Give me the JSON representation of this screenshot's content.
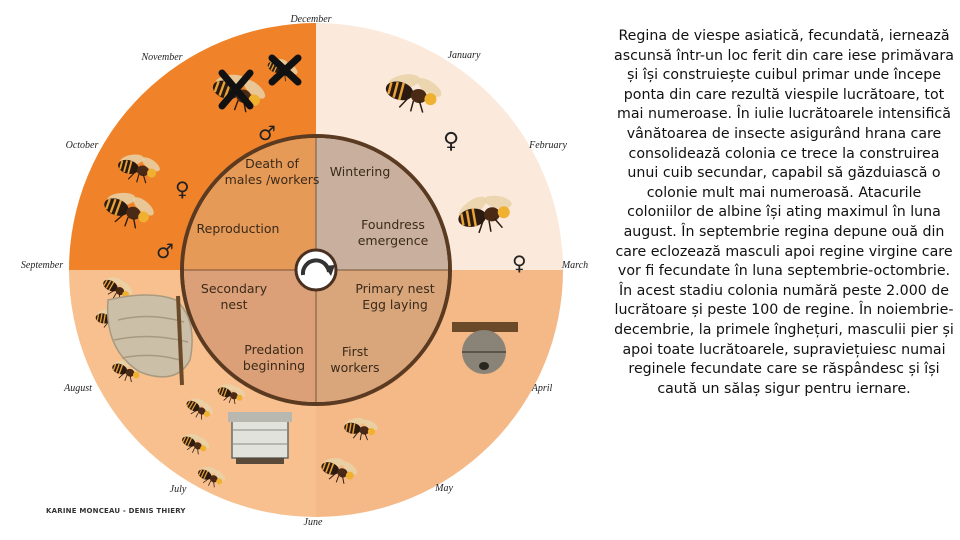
{
  "diagram": {
    "months": [
      "December",
      "January",
      "February",
      "March",
      "April",
      "May",
      "June",
      "July",
      "August",
      "September",
      "October",
      "November"
    ],
    "phases": {
      "death": [
        "Death of",
        "males /workers"
      ],
      "wintering": [
        "Wintering"
      ],
      "reproduction": [
        "Reproduction"
      ],
      "foundress": [
        "Foundress",
        "emergence"
      ],
      "secondary": [
        "Secondary",
        "nest"
      ],
      "primary": [
        "Primary nest",
        "Egg laying"
      ],
      "predation": [
        "Predation",
        "beginning"
      ],
      "workers": [
        "First",
        "workers"
      ]
    },
    "symbols": {
      "female": "♀",
      "male": "♂"
    },
    "colors": {
      "orange": "#f0832a",
      "light_orange": "#fad6b4",
      "peach": "#f5b987",
      "pale": "#fbe9db",
      "ring": "#5b3a22"
    },
    "credit": "KARINE MONCEAU - DENIS THIERY"
  },
  "description": "Regina de viespe asiatică, fecundată, iernează ascunsă într-un loc ferit din care iese primăvara și își construiește cuibul primar unde începe ponta din care rezultă viespile lucrătoare, tot mai numeroase. În iulie lucrătoarele intensifică vânătoarea de insecte asigurând hrana care consolidează colonia ce trece la construirea unui cuib secundar, capabil să găzduiască o colonie mult mai numeroasă. Atacurile coloniilor de albine își ating maximul în luna august. În septembrie regina depune ouă din care eclozează masculi apoi regine virgine care vor fi fecundate în luna septembrie-octombrie. În acest stadiu colonia numără peste 2.000 de lucrătoare și peste 100 de regine. În noiembrie-decembrie, la primele înghețuri, masculii pier și apoi toate lucrătoarele, supraviețuiesc numai reginele fecundate care se răspândesc și își caută un sălaș sigur pentru iernare."
}
